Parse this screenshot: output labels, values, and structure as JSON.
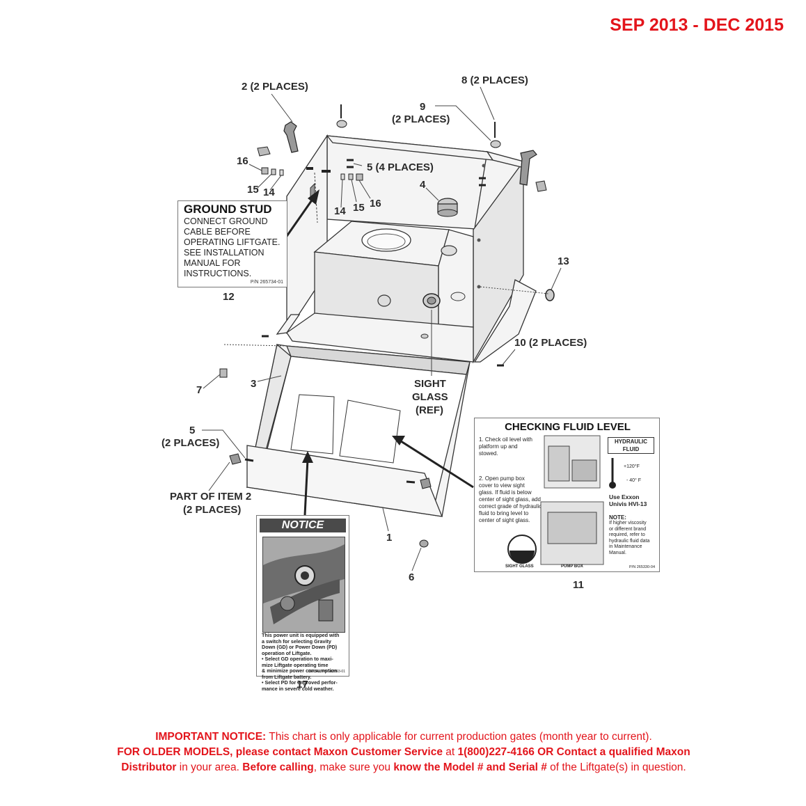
{
  "header": {
    "date_range": "SEP 2013 - DEC 2015"
  },
  "callouts": {
    "c2": "2 (2 PLACES)",
    "c8": "8 (2 PLACES)",
    "c9a": "9",
    "c9b": "(2 PLACES)",
    "c16a": "16",
    "c5a": "5 (4 PLACES)",
    "c15a": "15",
    "c14a": "14",
    "c14b": "14",
    "c15b": "15",
    "c16b": "16",
    "c4": "4",
    "c13": "13",
    "c12": "12",
    "c10": "10 (2 PLACES)",
    "c7": "7",
    "c3": "3",
    "sight1": "SIGHT",
    "sight2": "GLASS",
    "sight3": "(REF)",
    "c5b1": "5",
    "c5b2": "(2 PLACES)",
    "part1": "PART OF ITEM 2",
    "part2": "(2 PLACES)",
    "c1": "1",
    "c6": "6",
    "c11": "11",
    "c17": "17"
  },
  "ground_decal": {
    "title": "GROUND STUD",
    "body": "CONNECT GROUND\nCABLE BEFORE\nOPERATING LIFTGATE.\nSEE INSTALLATION\nMANUAL FOR\nINSTRUCTIONS.",
    "pn": "P/N 265734-01"
  },
  "fluid_decal": {
    "title": "CHECKING FLUID LEVEL",
    "step1": "1. Check oil level with\n    platform up and\n    stowed.",
    "step2": "2. Open pump box\n    cover to view sight\n    glass. If fluid is below\n    center of sight glass, add\n    correct grade of hydraulic\n    fluid to bring level to\n    center of sight glass.",
    "hyd_title": "HYDRAULIC\nFLUID",
    "temp_hi": "+120°F",
    "temp_lo": "- 40° F",
    "use": "Use Exxon\nUnivis HVI-13",
    "note_title": "NOTE:",
    "note_body": "If higher viscosity\nor different brand\nrequired, refer to\nhydraulic fluid data\nin Maintenance\nManual.",
    "sight_glass": "SIGHT GLASS",
    "pump_box": "PUMP BOX",
    "pn": "P/N 265330-04"
  },
  "notice_decal": {
    "header": "NOTICE",
    "body": "This power unit is equipped with\na switch for selecting Gravity\nDown (GD) or Power Down (PD)\noperation of Liftgate.\n• Select GD operation to maxi-\n  mize Liftgate operating time\n  & minimize power consumption\n  from Liftgate battery.\n• Select PD for improved perfor-\n  mance in severe cold weather.",
    "pn": "DECAL, P/N 282893-01"
  },
  "footer": {
    "l1_bold": "IMPORTANT NOTICE:",
    "l1_rest": " This chart is only applicable for current production gates (month year to current).",
    "l2_bold1": "FOR OLDER MODELS, please contact Maxon Customer Service",
    "l2_mid": " at ",
    "l2_bold2": "1(800)227-4166 OR Contact a qualified Maxon",
    "l3_bold1": "Distributor",
    "l3_mid1": " in your area. ",
    "l3_bold2": "Before calling",
    "l3_mid2": ", make sure you ",
    "l3_bold3": "know the Model # and Serial #",
    "l3_end": " of the Liftgate(s) in question."
  }
}
